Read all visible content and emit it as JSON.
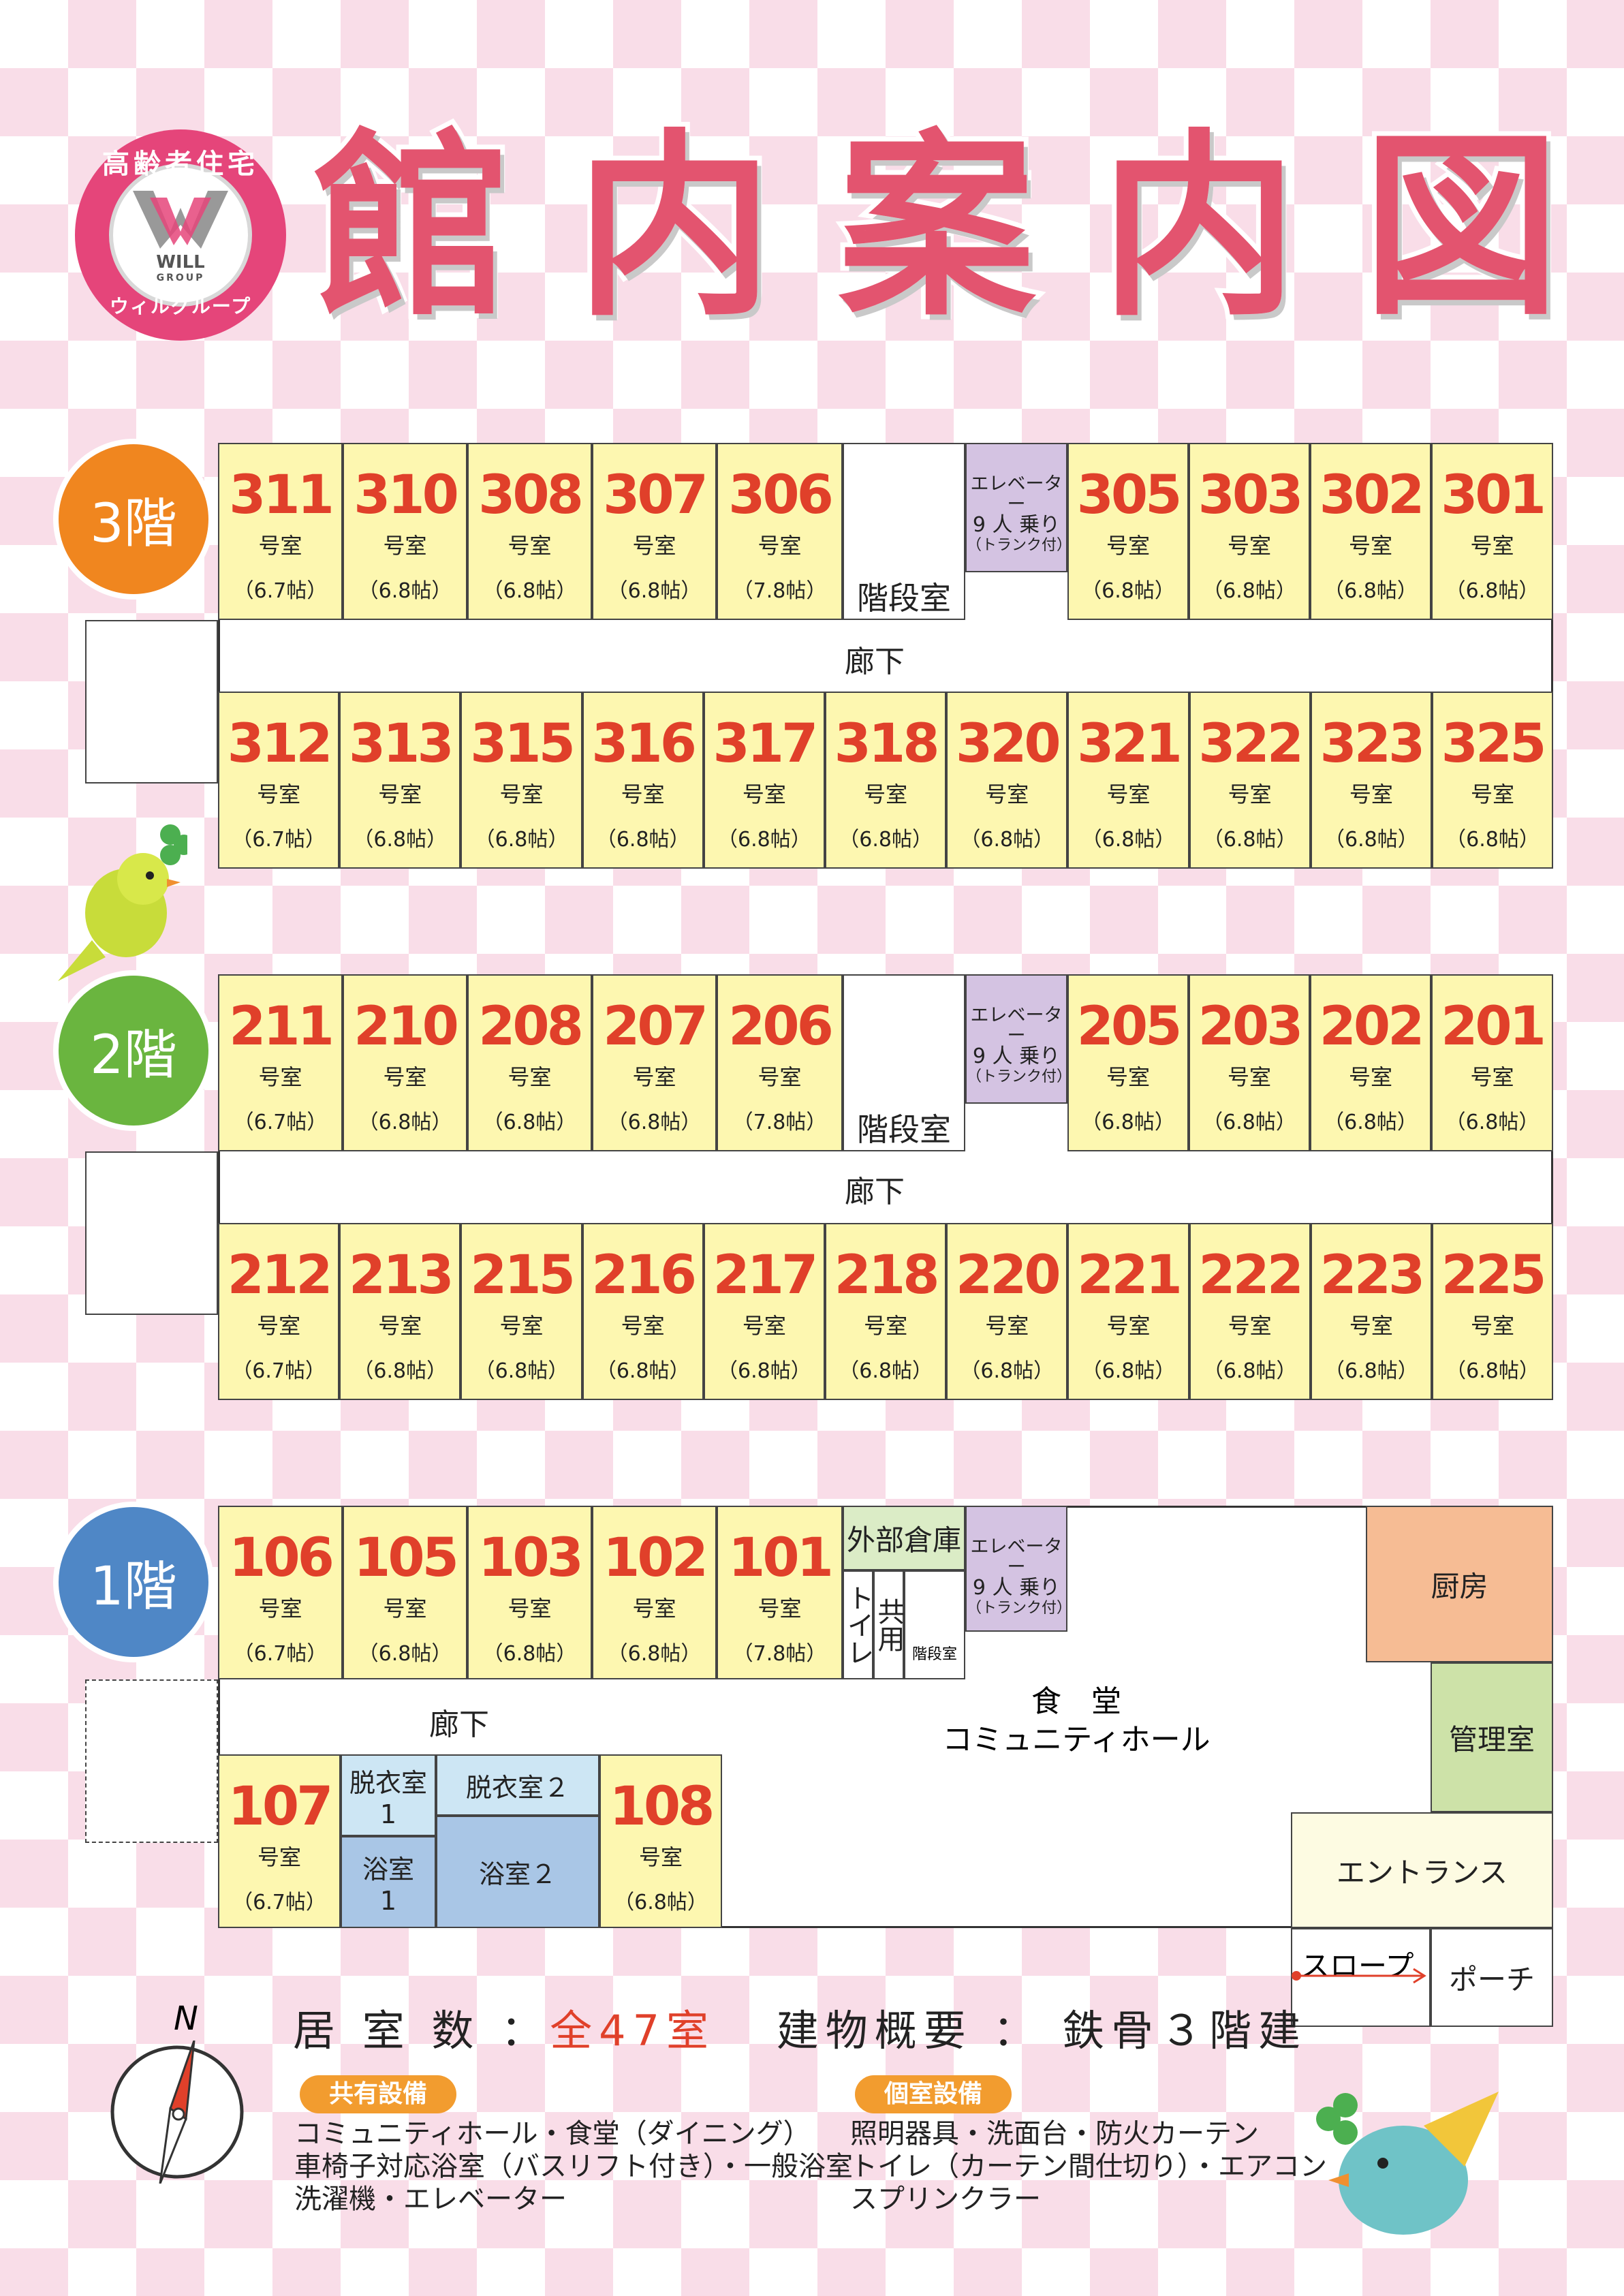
{
  "logo": {
    "top_text": "高齢者住宅",
    "bottom_text": "ウィルグループ",
    "brand": "WILL",
    "sub": "GROUP"
  },
  "title": [
    "館",
    "内",
    "案",
    "内",
    "図"
  ],
  "colors": {
    "title": "#e3546f",
    "room_number": "#e0402a",
    "room_fill": "#fdf7b0",
    "elevator_fill": "#d4c3e2",
    "floor3_badge": "#f0861f",
    "floor2_badge": "#6ab53f",
    "floor1_badge": "#4f87c6",
    "kitchen": "#f6bc94",
    "office": "#cde2a8",
    "bath": "#a9c6e6",
    "dressing": "#cde6f4",
    "storage": "#dbecc6"
  },
  "floors": [
    {
      "badge": "3階",
      "top_rooms": [
        {
          "num": "311",
          "unit": "号室",
          "size": "（6.7帖）"
        },
        {
          "num": "310",
          "unit": "号室",
          "size": "（6.8帖）"
        },
        {
          "num": "308",
          "unit": "号室",
          "size": "（6.8帖）"
        },
        {
          "num": "307",
          "unit": "号室",
          "size": "（6.8帖）"
        },
        {
          "num": "306",
          "unit": "号室",
          "size": "（7.8帖）"
        },
        {
          "num": "305",
          "unit": "号室",
          "size": "（6.8帖）"
        },
        {
          "num": "303",
          "unit": "号室",
          "size": "（6.8帖）"
        },
        {
          "num": "302",
          "unit": "号室",
          "size": "（6.8帖）"
        },
        {
          "num": "301",
          "unit": "号室",
          "size": "（6.8帖）"
        }
      ],
      "bottom_rooms": [
        {
          "num": "312",
          "unit": "号室",
          "size": "（6.7帖）"
        },
        {
          "num": "313",
          "unit": "号室",
          "size": "（6.8帖）"
        },
        {
          "num": "315",
          "unit": "号室",
          "size": "（6.8帖）"
        },
        {
          "num": "316",
          "unit": "号室",
          "size": "（6.8帖）"
        },
        {
          "num": "317",
          "unit": "号室",
          "size": "（6.8帖）"
        },
        {
          "num": "318",
          "unit": "号室",
          "size": "（6.8帖）"
        },
        {
          "num": "320",
          "unit": "号室",
          "size": "（6.8帖）"
        },
        {
          "num": "321",
          "unit": "号室",
          "size": "（6.8帖）"
        },
        {
          "num": "322",
          "unit": "号室",
          "size": "（6.8帖）"
        },
        {
          "num": "323",
          "unit": "号室",
          "size": "（6.8帖）"
        },
        {
          "num": "325",
          "unit": "号室",
          "size": "（6.8帖）"
        }
      ],
      "elevator": [
        "エレベーター",
        "9 人 乗り",
        "（トランク付）"
      ],
      "stairs": "階段室",
      "corridor": "廊下"
    },
    {
      "badge": "2階",
      "top_rooms": [
        {
          "num": "211",
          "unit": "号室",
          "size": "（6.7帖）"
        },
        {
          "num": "210",
          "unit": "号室",
          "size": "（6.8帖）"
        },
        {
          "num": "208",
          "unit": "号室",
          "size": "（6.8帖）"
        },
        {
          "num": "207",
          "unit": "号室",
          "size": "（6.8帖）"
        },
        {
          "num": "206",
          "unit": "号室",
          "size": "（7.8帖）"
        },
        {
          "num": "205",
          "unit": "号室",
          "size": "（6.8帖）"
        },
        {
          "num": "203",
          "unit": "号室",
          "size": "（6.8帖）"
        },
        {
          "num": "202",
          "unit": "号室",
          "size": "（6.8帖）"
        },
        {
          "num": "201",
          "unit": "号室",
          "size": "（6.8帖）"
        }
      ],
      "bottom_rooms": [
        {
          "num": "212",
          "unit": "号室",
          "size": "（6.7帖）"
        },
        {
          "num": "213",
          "unit": "号室",
          "size": "（6.8帖）"
        },
        {
          "num": "215",
          "unit": "号室",
          "size": "（6.8帖）"
        },
        {
          "num": "216",
          "unit": "号室",
          "size": "（6.8帖）"
        },
        {
          "num": "217",
          "unit": "号室",
          "size": "（6.8帖）"
        },
        {
          "num": "218",
          "unit": "号室",
          "size": "（6.8帖）"
        },
        {
          "num": "220",
          "unit": "号室",
          "size": "（6.8帖）"
        },
        {
          "num": "221",
          "unit": "号室",
          "size": "（6.8帖）"
        },
        {
          "num": "222",
          "unit": "号室",
          "size": "（6.8帖）"
        },
        {
          "num": "223",
          "unit": "号室",
          "size": "（6.8帖）"
        },
        {
          "num": "225",
          "unit": "号室",
          "size": "（6.8帖）"
        }
      ],
      "elevator": [
        "エレベーター",
        "9 人 乗り",
        "（トランク付）"
      ],
      "stairs": "階段室",
      "corridor": "廊下"
    }
  ],
  "floor1": {
    "badge": "1階",
    "top_rooms": [
      {
        "num": "106",
        "unit": "号室",
        "size": "（6.7帖）"
      },
      {
        "num": "105",
        "unit": "号室",
        "size": "（6.8帖）"
      },
      {
        "num": "103",
        "unit": "号室",
        "size": "（6.8帖）"
      },
      {
        "num": "102",
        "unit": "号室",
        "size": "（6.8帖）"
      },
      {
        "num": "101",
        "unit": "号室",
        "size": "（7.8帖）"
      }
    ],
    "room107": {
      "num": "107",
      "unit": "号室",
      "size": "（6.7帖）"
    },
    "room108": {
      "num": "108",
      "unit": "号室",
      "size": "（6.8帖）"
    },
    "storage": "外部倉庫",
    "toilet_a": "トイレ",
    "toilet_b": "共用",
    "stairs": "階段室",
    "elevator": [
      "エレベーター",
      "9 人 乗り",
      "（トランク付）"
    ],
    "corridor": "廊下",
    "dining_1": "食　堂",
    "dining_2": "コミュニティホール",
    "kitchen": "厨房",
    "office": "管理室",
    "entrance": "エントランス",
    "slope": "スロープ",
    "porch": "ポーチ",
    "dress1": [
      "脱衣室",
      "1"
    ],
    "dress2": "脱衣室２",
    "bath1": [
      "浴室",
      "1"
    ],
    "bath2": "浴室２"
  },
  "summary": {
    "rooms_label": "居 室 数 ：",
    "rooms_value": "全47室",
    "building_label": "建物概要 ： 鉄骨３階建"
  },
  "compass": "N",
  "shared": {
    "title": "共有設備",
    "lines": [
      "コミュニティホール・食堂（ダイニング）",
      "車椅子対応浴室（バスリフト付き）・一般浴室",
      "洗濯機・エレベーター"
    ]
  },
  "private": {
    "title": "個室設備",
    "lines": [
      "照明器具・洗面台・防火カーテン",
      "トイレ（カーテン間仕切り）・エアコン",
      "スプリンクラー"
    ]
  }
}
